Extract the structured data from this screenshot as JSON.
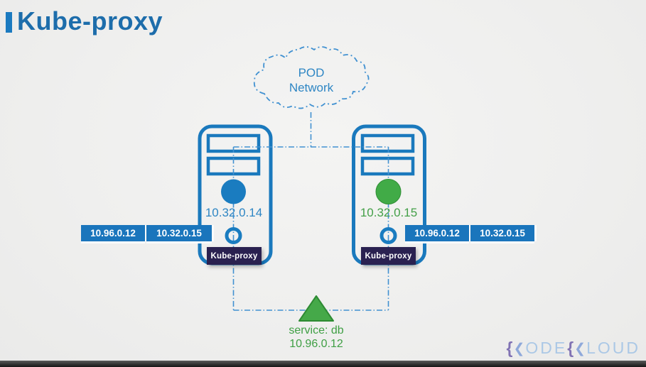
{
  "slide": {
    "title": "Kube-proxy",
    "colors": {
      "accent_blue": "#1a79bd",
      "title_blue": "#1d6dab",
      "pod_blue": "#1a7cc0",
      "pod_green": "#41ab47",
      "green_text": "#3f9f44",
      "badge_bg": "#2a2150",
      "chip_bg": "#1a75bc",
      "dash_line": "#4191d1",
      "logo_purple": "#8173b4",
      "logo_light_blue": "#abc8e6"
    }
  },
  "pod_network": {
    "line1": "POD",
    "line2": "Network"
  },
  "nodes": [
    {
      "pod_ip": "10.32.0.14",
      "kube_proxy_label": "Kube-proxy",
      "ip_chips": [
        "10.96.0.12",
        "10.32.0.15"
      ]
    },
    {
      "pod_ip": "10.32.0.15",
      "kube_proxy_label": "Kube-proxy",
      "ip_chips": [
        "10.96.0.12",
        "10.32.0.15"
      ]
    }
  ],
  "service": {
    "name": "service: db",
    "cluster_ip": "10.96.0.12"
  },
  "logo": {
    "k1_brace": "{",
    "k1_angle": "❮",
    "word1": "ODE",
    "k2_brace": "{",
    "k2_angle": "❮",
    "word2": "LOUD"
  }
}
